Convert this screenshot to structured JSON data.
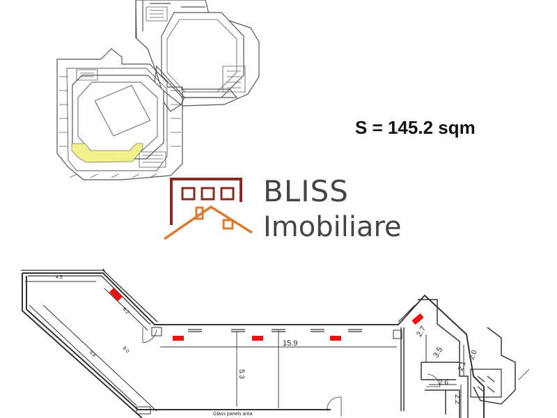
{
  "area": {
    "text": "S = 145.2 sqm"
  },
  "brand": {
    "name": "BLISS",
    "subtitle": "Imobiliare",
    "accent": "#e07a2f",
    "frame": "#8a2a22",
    "text_color": "#444444"
  },
  "highlight_color": "#f2f08a",
  "plan": {
    "dimensions": {
      "d_4_5": "4.5",
      "d_6_2": "6.2",
      "d_9_8": "9.8",
      "d_8_0": "8.0",
      "d_15_9": "15.9",
      "d_5_3": "5.3",
      "d_2_7": "2.7",
      "d_3_5": "3.5",
      "d_2_0": "2.0",
      "d_2_1": "2.1",
      "d_2_6": "2.6",
      "d_2_2": "2.2"
    },
    "caption": "Glass panels area"
  }
}
